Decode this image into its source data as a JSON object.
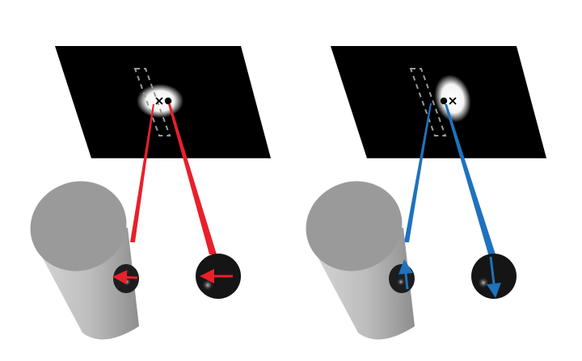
{
  "colors": {
    "background": "#ffffff",
    "screen": "#000000",
    "left_ray": "#e8202a",
    "right_ray": "#1f72bd",
    "cylinder_top": "#9a9a9a",
    "cylinder_body": "#c4c4c4",
    "eye": "#151515"
  },
  "panels": [
    {
      "id": "left",
      "ray_color_key": "left_ray",
      "eye_arrow_direction": "left",
      "ball_arrow_direction": "left",
      "marker_order": [
        "cross",
        "dot"
      ]
    },
    {
      "id": "right",
      "ray_color_key": "right_ray",
      "eye_arrow_direction": "up",
      "ball_arrow_direction": "down",
      "marker_order": [
        "dot",
        "cross"
      ]
    }
  ]
}
